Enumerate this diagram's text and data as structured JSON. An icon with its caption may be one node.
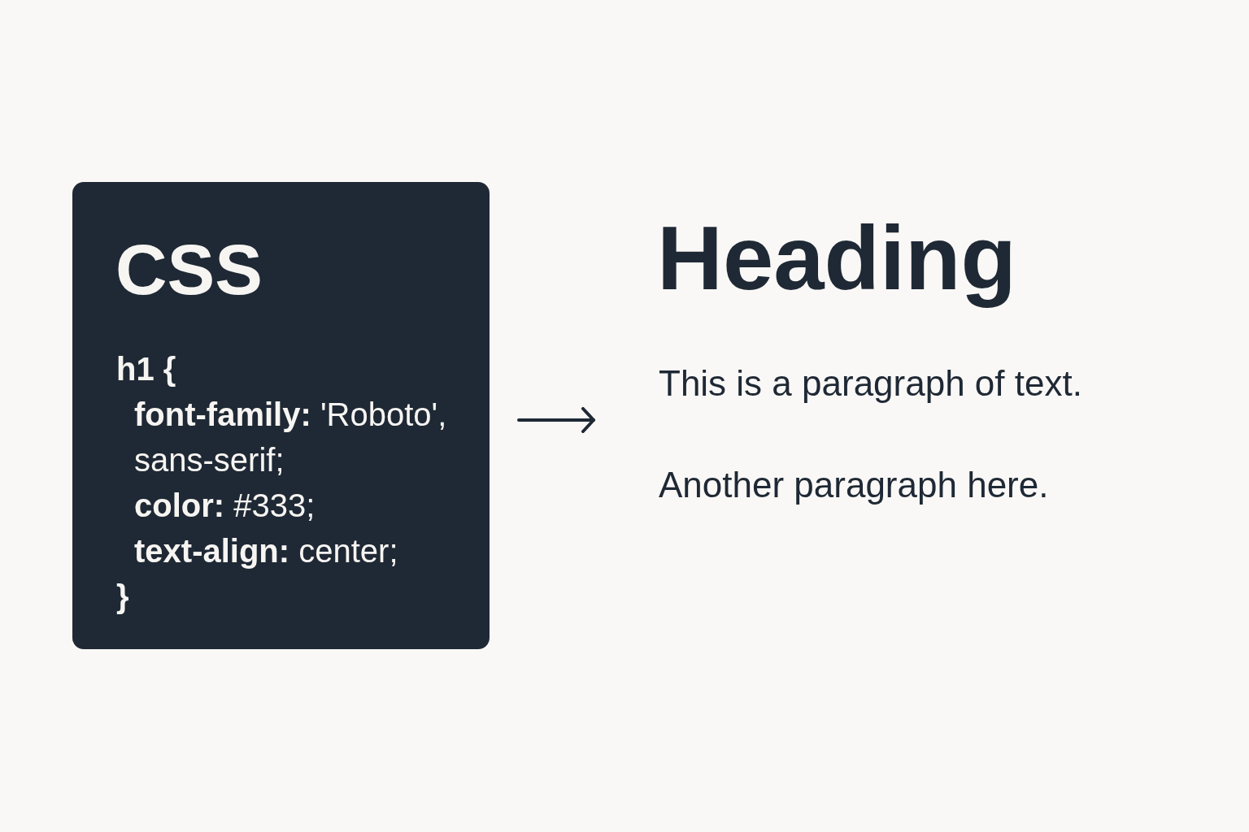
{
  "diagram": {
    "nodes": [
      {
        "text": [
          "CSS",
          "h1 {",
          "**font-family:** 'Roboto', sans-serif;",
          "**color:** #333;",
          "**text-align:** center;",
          "}"
        ]
      },
      {
        "text": [
          "Heading",
          "This is a paragraph of text.",
          "Another paragraph here."
        ]
      }
    ],
    "edges": [
      {
        "from": 0,
        "to": 1,
        "arrow": "to"
      }
    ]
  }
}
